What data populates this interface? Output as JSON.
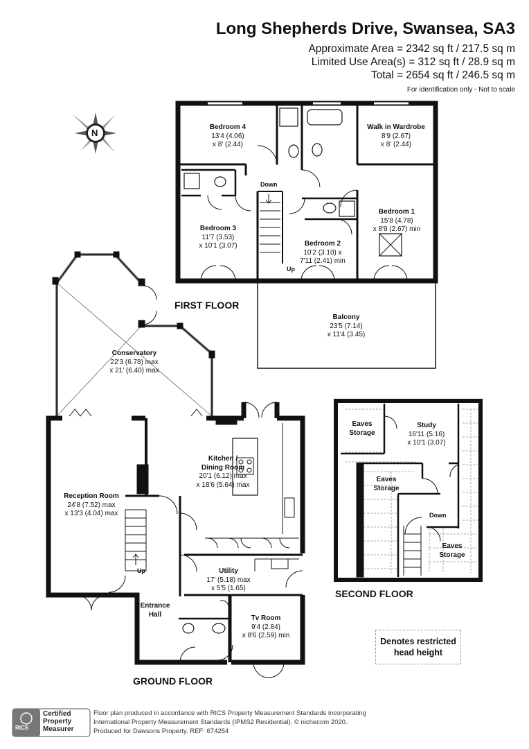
{
  "header": {
    "title": "Long Shepherds Drive, Swansea, SA3",
    "approx_area": "Approximate Area = 2342 sq ft / 217.5 sq m",
    "limited_area": "Limited Use Area(s) = 312 sq ft / 28.9 sq m",
    "total": "Total = 2654 sq ft / 246.5 sq m",
    "note": "For identification only - Not to scale"
  },
  "compass": {
    "label": "N",
    "icon": "compass-icon"
  },
  "floors": {
    "first": "FIRST FLOOR",
    "second": "SECOND FLOOR",
    "ground": "GROUND FLOOR"
  },
  "rooms": {
    "bedroom4": {
      "name": "Bedroom 4",
      "dim1": "13'4 (4.06)",
      "dim2": "x 8' (2.44)"
    },
    "wardrobe": {
      "name": "Walk in Wardrobe",
      "dim1": "8'9 (2.67)",
      "dim2": "x 8' (2.44)"
    },
    "bedroom3": {
      "name": "Bedroom 3",
      "dim1": "11'7 (3.53)",
      "dim2": "x 10'1 (3.07)"
    },
    "bedroom2": {
      "name": "Bedroom 2",
      "dim1": "10'2 (3.10) x",
      "dim2": "7'11 (2.41) min"
    },
    "bedroom1": {
      "name": "Bedroom 1",
      "dim1": "15'8 (4.78)",
      "dim2": "x 8'9 (2.67) min"
    },
    "balcony": {
      "name": "Balcony",
      "dim1": "23'5 (7.14)",
      "dim2": "x 11'4 (3.45)"
    },
    "conservatory": {
      "name": "Conservatory",
      "dim1": "22'3 (6.78) max",
      "dim2": "x 21' (6.40) max"
    },
    "kitchen": {
      "name": "Kitchen /",
      "name2": "Dining Room",
      "dim1": "20'1 (6.12) max",
      "dim2": "x 18'6 (5.64) max"
    },
    "reception": {
      "name": "Reception Room",
      "dim1": "24'8 (7.52) max",
      "dim2": "x 13'3 (4.04) max"
    },
    "utility": {
      "name": "Utility",
      "dim1": "17' (5.18) max",
      "dim2": "x 5'5 (1.65)"
    },
    "hall": {
      "name": "Entrance",
      "name2": "Hall"
    },
    "tvroom": {
      "name": "Tv Room",
      "dim1": "9'4 (2.84)",
      "dim2": "x 8'6 (2.59) min"
    },
    "study": {
      "name": "Study",
      "dim1": "16'11 (5.16)",
      "dim2": "x 10'1 (3.07)"
    },
    "eaves1": {
      "name": "Eaves",
      "name2": "Storage"
    },
    "eaves2": {
      "name": "Eaves",
      "name2": "Storage"
    },
    "eaves3": {
      "name": "Eaves",
      "name2": "Storage"
    }
  },
  "stairs": {
    "first_down": "Down",
    "first_up": "Up",
    "ground_up": "Up",
    "second_down": "Down"
  },
  "legend": {
    "line1": "Denotes restricted",
    "line2": "head height"
  },
  "footer": {
    "line1": "Floor plan produced in accordance with RICS Property Measurement Standards incorporating",
    "line2": "International Property Measurement Standards (IPMS2 Residential).  © nichecom 2020.",
    "line3": "Produced for Dawsons Property.   REF:  674254"
  },
  "badge": {
    "org": "RICS",
    "line1": "Certified",
    "line2": "Property",
    "line3": "Measurer"
  }
}
